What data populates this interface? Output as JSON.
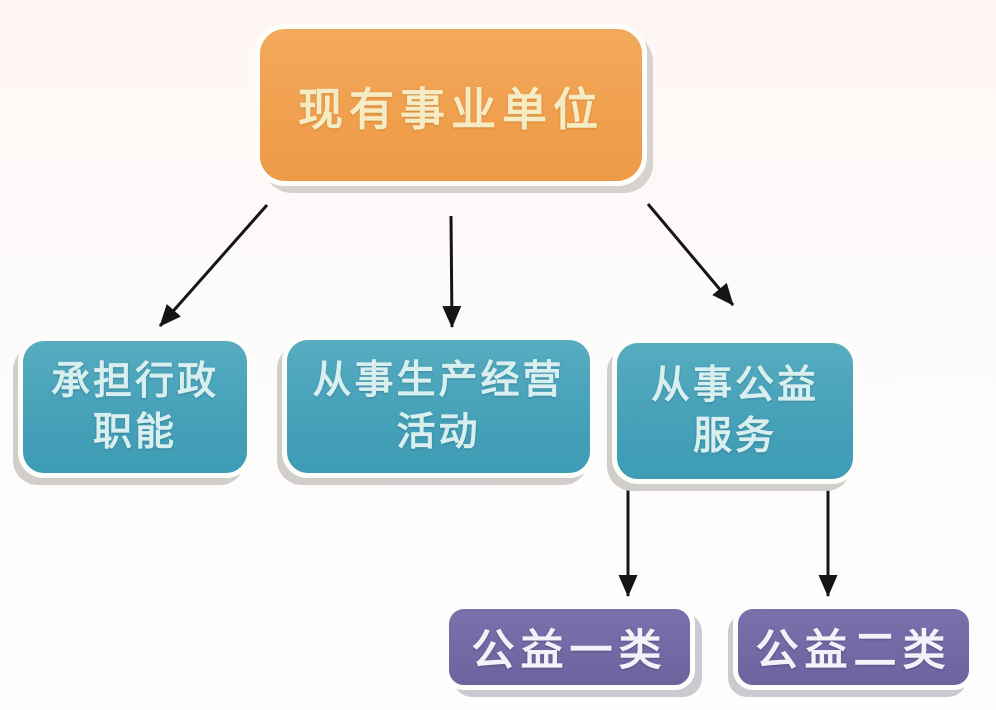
{
  "diagram": {
    "type": "flowchart",
    "root": {
      "id": "root",
      "label": "现有事业单位"
    },
    "branches": [
      {
        "id": "branch-admin",
        "line1": "承担行政",
        "line2": "职能"
      },
      {
        "id": "branch-business",
        "line1": "从事生产经营",
        "line2": "活动"
      },
      {
        "id": "branch-welfare",
        "line1": "从事公益",
        "line2": "服务"
      }
    ],
    "leaves": [
      {
        "id": "leaf-welfare-1",
        "label": "公益一类"
      },
      {
        "id": "leaf-welfare-2",
        "label": "公益二类"
      }
    ],
    "edges": [
      {
        "from": "root",
        "to": "branch-admin"
      },
      {
        "from": "root",
        "to": "branch-business"
      },
      {
        "from": "root",
        "to": "branch-welfare"
      },
      {
        "from": "branch-welfare",
        "to": "leaf-welfare-1"
      },
      {
        "from": "branch-welfare",
        "to": "leaf-welfare-2"
      }
    ],
    "colors": {
      "background": "#FDF8F6",
      "root_fill": "#F0A04E",
      "root_text": "#F5ECC4",
      "branch_fill": "#46A1B9",
      "branch_text": "#D9EFEF",
      "leaf_fill": "#7468A5",
      "leaf_text": "#F4F1F8",
      "box_border": "#FDFDFA",
      "shadow": "#D1CDCA",
      "arrow": "#151515"
    }
  }
}
